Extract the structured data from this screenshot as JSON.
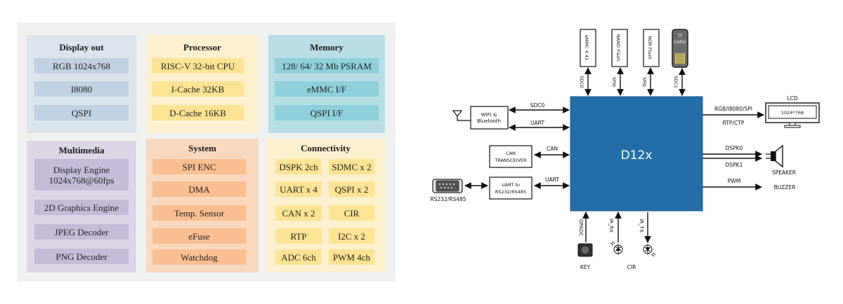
{
  "feature_panel": {
    "groups": {
      "display_out": {
        "title": "Display out",
        "items": [
          "RGB 1024x768",
          "I8080",
          "QSPI"
        ],
        "color": "#dbe3ed",
        "chip_color": "#c0d1e3"
      },
      "processor": {
        "title": "Processor",
        "items": [
          "RISC-V 32-bit CPU",
          "I-Cache 32KB",
          "D-Cache 16KB"
        ],
        "color": "#fdf0cf",
        "chip_color": "#fde394"
      },
      "memory": {
        "title": "Memory",
        "items": [
          "128/ 64/ 32 Mb PSRAM",
          "eMMC I/F",
          "QSPI  I/F"
        ],
        "color": "#b8dde5",
        "chip_color": "#8ecfdb"
      },
      "multimedia": {
        "title": "Multimedia",
        "items": [
          "Display Engine\n1024x768@60fps",
          "2D Graphics Engine",
          "JPEG Decoder",
          "PNG Decoder"
        ],
        "color": "#dcd6e7",
        "chip_color": "#c4bbd9"
      },
      "system": {
        "title": "System",
        "items": [
          "SPI ENC",
          "DMA",
          "Temp. Sensor",
          "eFuse",
          "Watchdog"
        ],
        "color": "#f8d8bf",
        "chip_color": "#f9bf93"
      },
      "connectivity": {
        "title": "Connectivity",
        "items": [
          "DSPK 2ch",
          "SDMC x 2",
          "UART x 4",
          "QSPI x 2",
          "CAN x 2",
          "CIR",
          "RTP",
          "I2C x 2",
          "ADC 6ch",
          "PWM 4ch"
        ],
        "color": "#fdf0cf",
        "chip_color": "#fde394"
      }
    }
  },
  "block_diagram": {
    "chip_label": "D12x",
    "chip_color": "#236ea8",
    "top_devices": [
      {
        "label": "eMMC 4.41",
        "bus": "SDC0"
      },
      {
        "label": "NAND Flash",
        "bus": "SPI0"
      },
      {
        "label": "NOR Flash",
        "bus": "SPI0"
      },
      {
        "label": "TF\nCARD",
        "bus": "SDC1"
      }
    ],
    "left": {
      "wifi": {
        "label_line1": "WIFI &",
        "label_line2": "Bluetooth",
        "bus1": "SDC0",
        "bus2": "UART"
      },
      "can": {
        "label_line1": "CAN",
        "label_line2": "TRANSCEIVER",
        "bus": "CAN"
      },
      "uart": {
        "label_line1": "UART to",
        "label_line2": "RS232/RS485",
        "bus": "UART",
        "connector_label": "RS232/RS485"
      }
    },
    "right": {
      "lcd": {
        "bus1": "RGB/I8080/SPI",
        "bus2": "RTP/CTP",
        "title": "LCD",
        "resolution": "1024*768"
      },
      "speaker": {
        "bus1": "DSPK0",
        "bus2": "DSPK1",
        "label": "SPEAKER"
      },
      "buzzer": {
        "bus": "PWM",
        "label": "BUZZER"
      }
    },
    "bottom": {
      "key": {
        "bus": "GPADC",
        "label": "KEY"
      },
      "ir_rx": {
        "bus": "IR_RX"
      },
      "ir_tx": {
        "bus": "IR_TX"
      },
      "cir_label": "CIR"
    }
  }
}
